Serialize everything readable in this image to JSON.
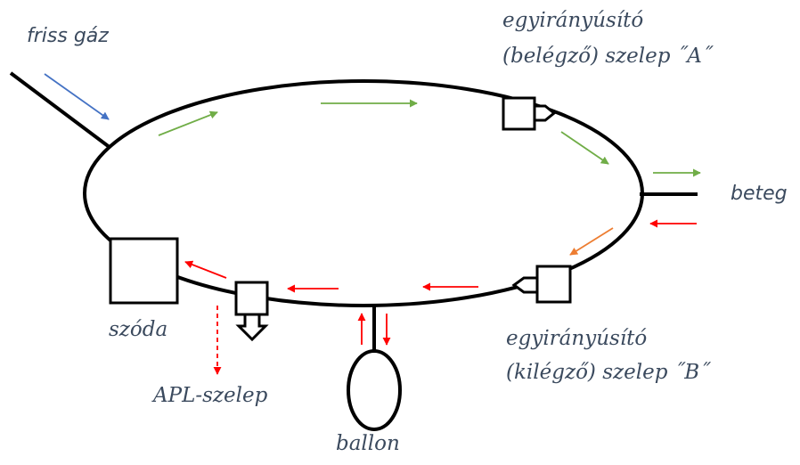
{
  "labels": {
    "fresh_gas": "friss gáz",
    "valve_a_line1": "egyirányúsító",
    "valve_a_line2": "(belégző) szelep ˝A˝",
    "patient": "beteg",
    "soda": "szóda",
    "apl": "APL-szelep",
    "valve_b_line1": "egyirányúsító",
    "valve_b_line2": "(kilégző) szelep ˝B˝",
    "balloon": "ballon"
  },
  "colors": {
    "inspiratory_flow": "#70ad47",
    "expiratory_flow": "#ff0000",
    "fresh_gas_flow": "#4472c4",
    "transition_flow": "#ed7d31",
    "circuit": "#000000",
    "label_text": "#3b4a5e"
  }
}
